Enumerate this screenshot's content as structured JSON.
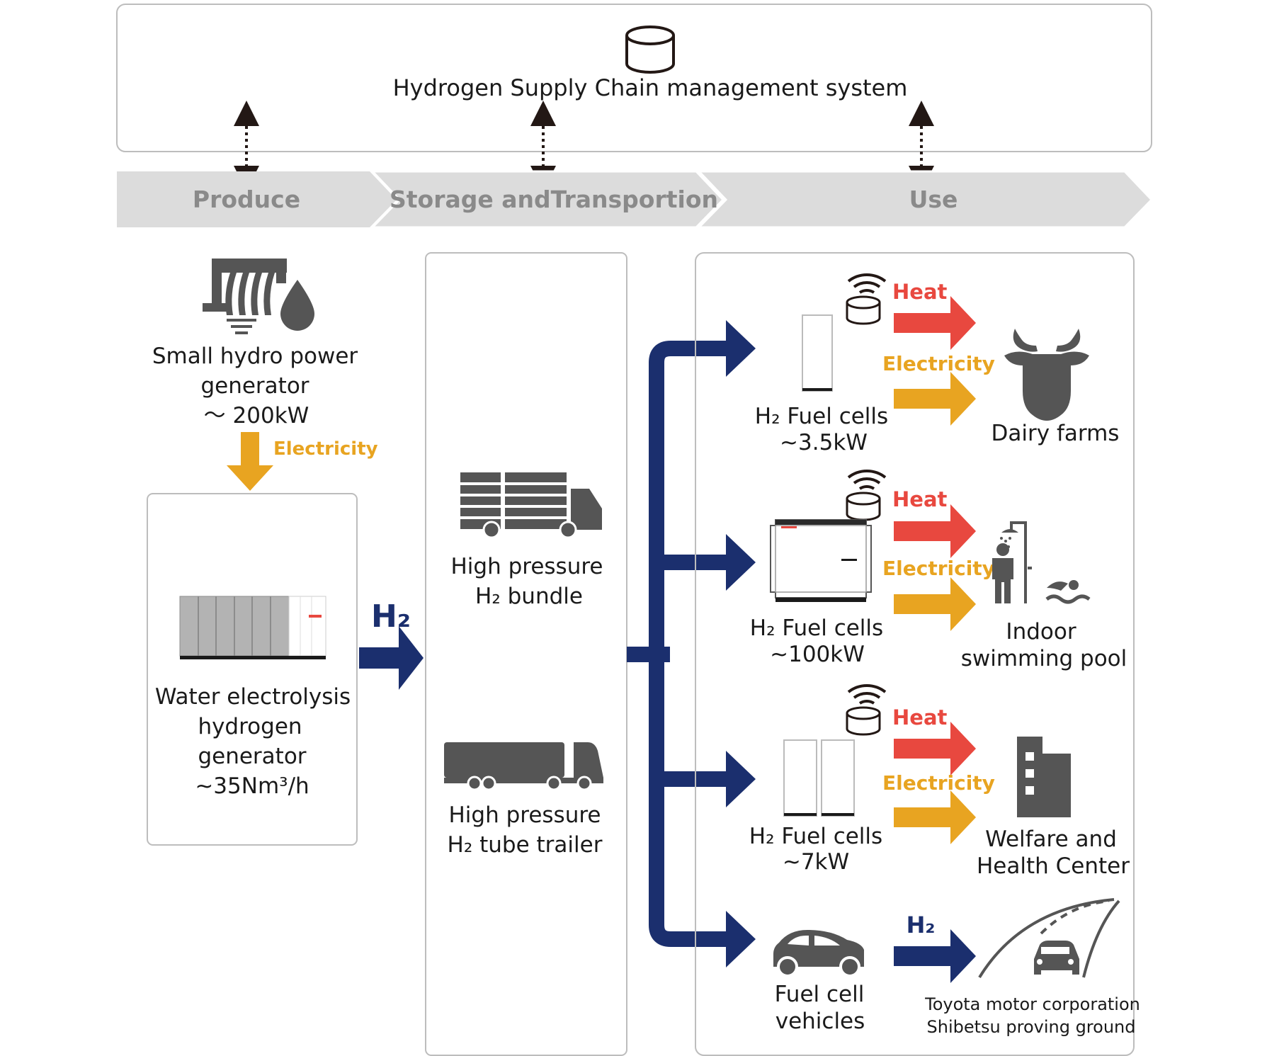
{
  "colors": {
    "navy": "#1b2f6e",
    "heat": "#e8483f",
    "electricity": "#e8a421",
    "stage_band": "#dcdcdc",
    "stage_text": "#8a8a8a",
    "panel_border": "#c8c8c8",
    "icon_gray": "#555555",
    "text": "#1a1a1a"
  },
  "management_system": {
    "title": "Hydrogen Supply Chain management system",
    "icon": "database-icon"
  },
  "stages": [
    {
      "label": "Produce"
    },
    {
      "label": "Storage andTransportion"
    },
    {
      "label": "Use"
    }
  ],
  "produce": {
    "hydro": {
      "icon": "hydro-dam-icon",
      "name_line1": "Small hydro power",
      "name_line2": "generator",
      "capacity": "～ 200kW"
    },
    "electricity_label": "Electricity",
    "electrolysis": {
      "icon": "electrolyzer-cabinet-icon",
      "line1": "Water electrolysis",
      "line2": "hydrogen",
      "line3": "generator",
      "capacity": "~35Nm³/h"
    },
    "h2_label": "H₂"
  },
  "storage": {
    "bundle": {
      "icon": "bundle-truck-icon",
      "line1": "High pressure",
      "line2": "H₂ bundle"
    },
    "trailer": {
      "icon": "tube-trailer-icon",
      "line1": "High pressure",
      "line2": "H₂ tube trailer"
    }
  },
  "use": {
    "rows": [
      {
        "fc_line1": "H₂ Fuel cells",
        "fc_line2": "~3.5kW",
        "heat": "Heat",
        "electricity": "Electricity",
        "dest_line1": "Dairy farms",
        "dest_line2": "",
        "dest_icon": "cow-icon"
      },
      {
        "fc_line1": "H₂ Fuel cells",
        "fc_line2": "~100kW",
        "heat": "Heat",
        "electricity": "Electricity",
        "dest_line1": "Indoor",
        "dest_line2": "swimming pool",
        "dest_icon": "shower-swimmer-icon"
      },
      {
        "fc_line1": "H₂ Fuel cells",
        "fc_line2": "~7kW",
        "heat": "Heat",
        "electricity": "Electricity",
        "dest_line1": "Welfare and",
        "dest_line2": "Health Center",
        "dest_icon": "building-icon"
      }
    ],
    "vehicle": {
      "line1": "Fuel cell",
      "line2": "vehicles",
      "h2_label": "H₂",
      "dest_line1": "Toyota motor corporation",
      "dest_line2": "Shibetsu proving ground",
      "icon": "car-icon",
      "dest_icon": "road-car-icon"
    },
    "wireless_icon": "wireless-database-icon"
  }
}
